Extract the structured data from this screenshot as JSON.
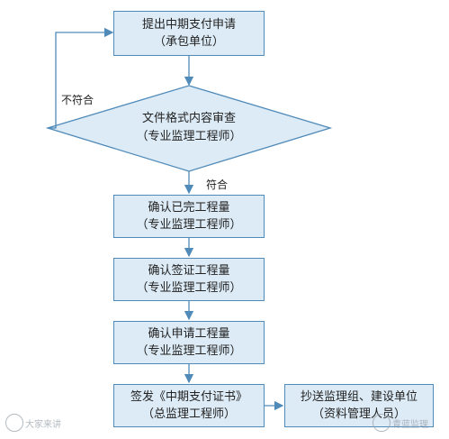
{
  "diagram": {
    "nodes": [
      {
        "id": "apply",
        "line1": "提出中期支付申请",
        "line2": "（承包单位）"
      },
      {
        "id": "review",
        "line1": "文件格式内容审查",
        "line2": "（专业监理工程师）"
      },
      {
        "id": "confirm_done",
        "line1": "确认已完工程量",
        "line2": "（专业监理工程师）"
      },
      {
        "id": "confirm_visa",
        "line1": "确认签证工程量",
        "line2": "（专业监理工程师）"
      },
      {
        "id": "confirm_apply",
        "line1": "确认申请工程量",
        "line2": "（专业监理工程师）"
      },
      {
        "id": "issue",
        "line1": "签发《中期支付证书》",
        "line2": "（总监理工程师）"
      },
      {
        "id": "copy",
        "line1": "抄送监理组、建设单位",
        "line2": "（资料管理人员）"
      }
    ],
    "edge_labels": {
      "reject": "不符合",
      "pass": "符合"
    },
    "colors": {
      "fill": "#dcebf6",
      "stroke": "#4f8ab9"
    }
  },
  "watermarks": {
    "left": "大家来讲",
    "right": "青蓝监理"
  }
}
